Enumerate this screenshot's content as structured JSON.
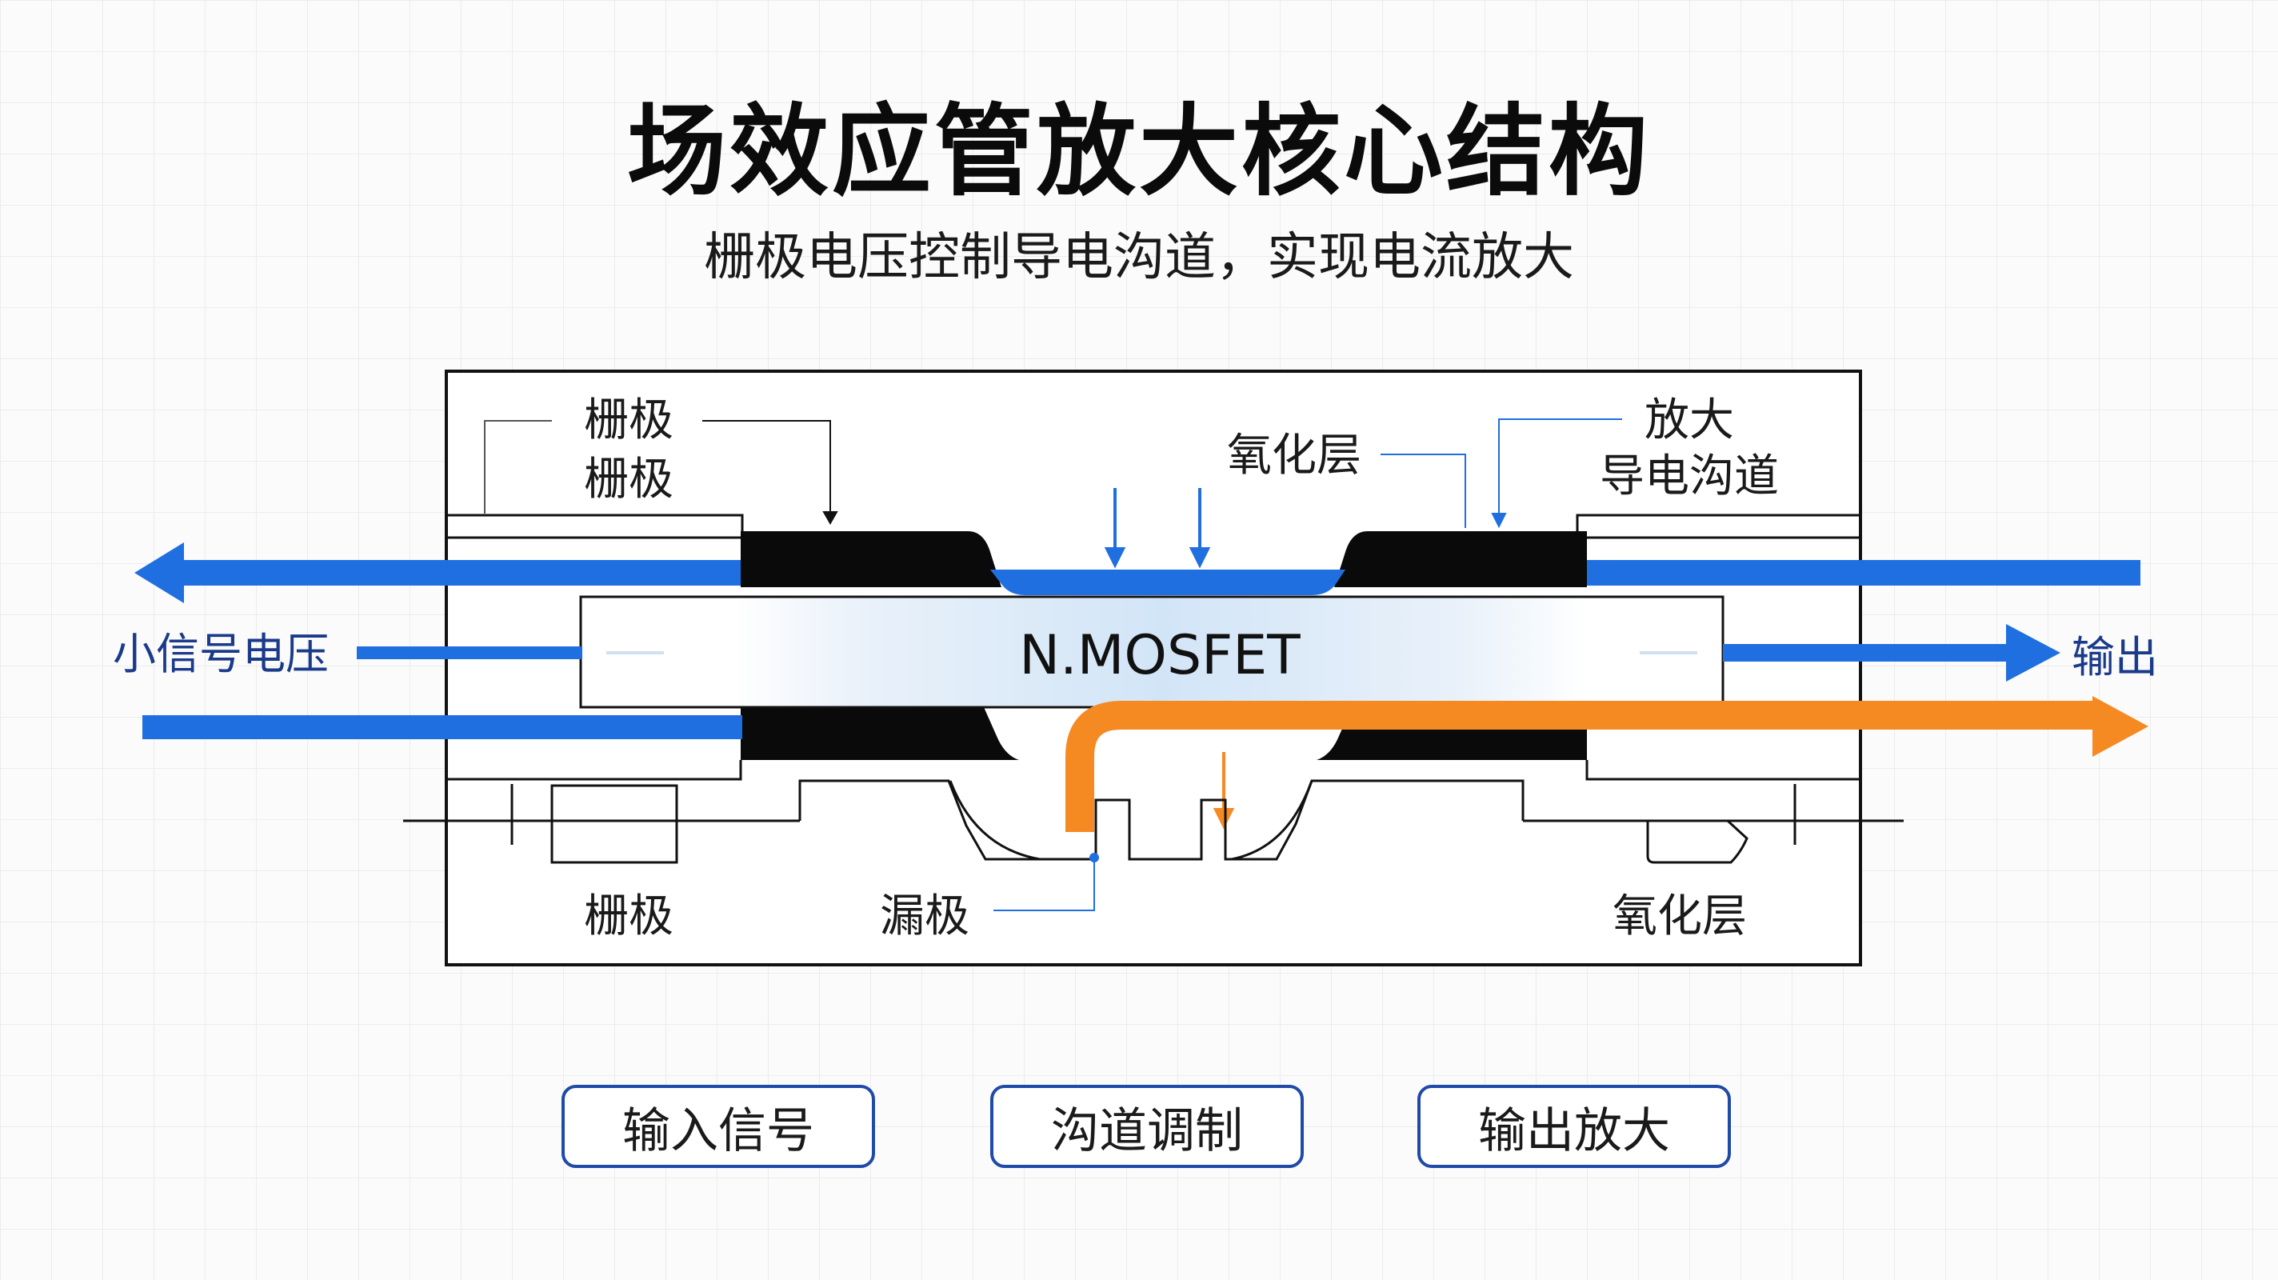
{
  "title": "场效应管放大核心结构",
  "subtitle": "栅极电压控制导电沟道，实现电流放大",
  "diagram": {
    "device_label": "N.MOSFET",
    "labels": {
      "gate_top_1": "栅极",
      "gate_top_2": "栅极",
      "oxide_top": "氧化层",
      "channel_top_1": "放大",
      "channel_top_2": "导电沟道",
      "input_voltage": "小信号电压",
      "output": "输出",
      "gate_bottom": "栅极",
      "drain_bottom": "漏极",
      "oxide_bottom": "氧化层"
    },
    "colors": {
      "signal_blue": "#1f6fe0",
      "output_orange": "#f58a23",
      "label_navy": "#1a3a8a",
      "device_fill": "#d7e8f8"
    }
  },
  "buttons": [
    "输入信号",
    "沟道调制",
    "输出放大"
  ]
}
